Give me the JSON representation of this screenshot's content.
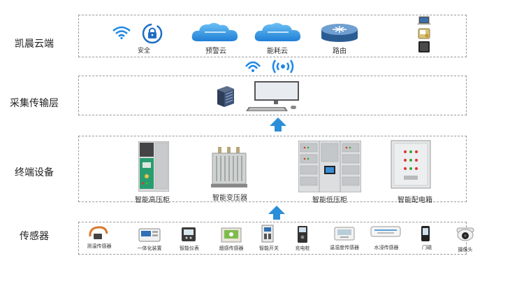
{
  "layers": {
    "cloud": "凯晨云端",
    "acquisition": "采集传输层",
    "terminal": "终端设备",
    "sensor": "传感器"
  },
  "cloud_items": {
    "security": "安全",
    "alert_cloud": "预警云",
    "energy_cloud": "能耗云",
    "routing": "路由"
  },
  "terminal_items": {
    "hv_cabinet": "智能高压柜",
    "transformer": "智能变压器",
    "lv_cabinet": "智能低压柜",
    "dist_box": "智能配电箱"
  },
  "sensor_items": {
    "temp_sensor": "测温传感器",
    "all_in_one": "一体化装置",
    "smart_meter": "智能仪表",
    "smoke_sensor": "烟感传感器",
    "smart_switch": "智能开关",
    "charger": "充电桩",
    "temp_humidity": "温湿度传感器",
    "water_sensor": "水浸传感器",
    "door_sensor": "门磁",
    "camera": "摄像头"
  },
  "colors": {
    "arrow_blue": "#2a8fd8",
    "cloud_blue": "#3a9be8",
    "wifi_blue": "#1e88e5",
    "frame_border": "#9a9a9a"
  }
}
